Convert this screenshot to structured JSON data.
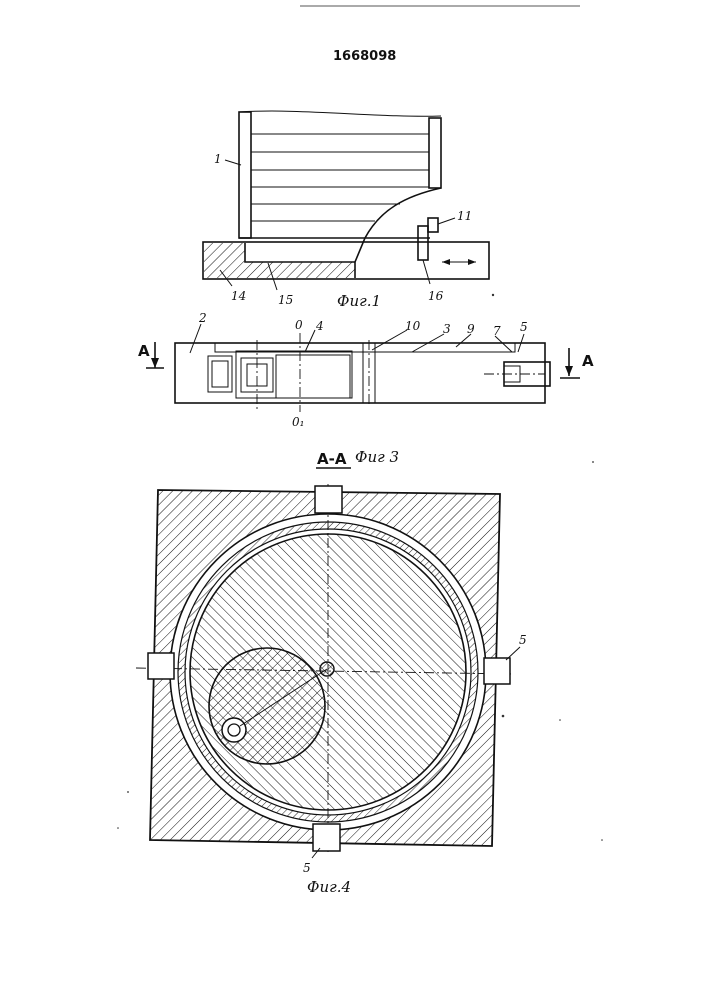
{
  "document_number": "1668098",
  "fig1": {
    "caption": "Фиг.1",
    "labels": [
      "1",
      "11",
      "14",
      "15",
      "16"
    ]
  },
  "fig3": {
    "caption": "Фиг 3",
    "section_label": "А-А",
    "arrow_left": "А",
    "arrow_right": "А",
    "labels": [
      "2",
      "0",
      "4",
      "10",
      "3",
      "9",
      "7",
      "5",
      "0₁"
    ]
  },
  "fig4": {
    "caption": "Фиг.4",
    "labels": [
      "5",
      "5"
    ]
  }
}
